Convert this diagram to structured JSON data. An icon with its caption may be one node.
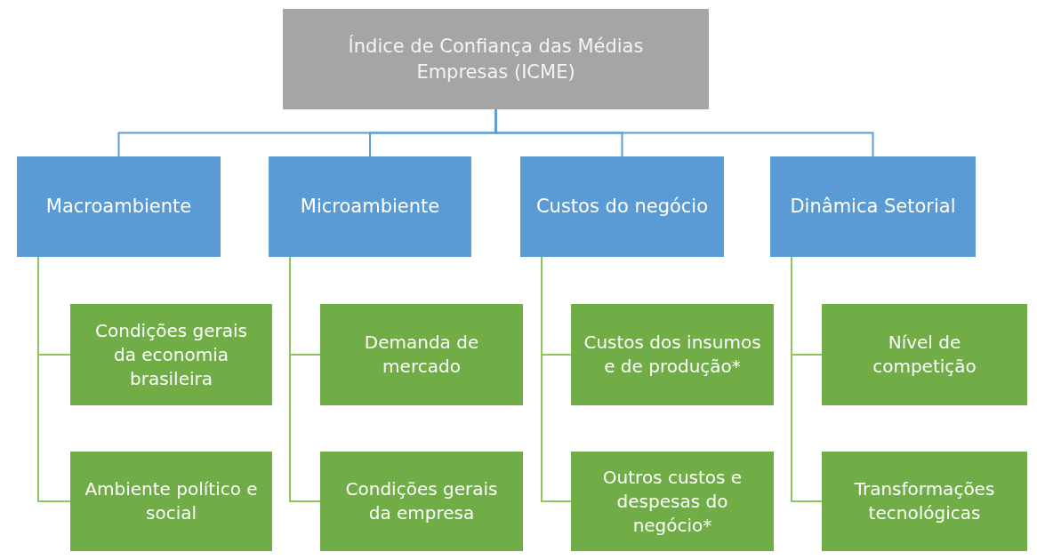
{
  "diagram": {
    "nodes": [
      {
        "text": [
          "Índice de Confiança das Médias Empresas (ICME)"
        ]
      },
      {
        "text": [
          "Macroambiente"
        ]
      },
      {
        "text": [
          "Microambiente"
        ]
      },
      {
        "text": [
          "Custos do negócio"
        ]
      },
      {
        "text": [
          "Dinâmica Setorial"
        ]
      },
      {
        "text": [
          "Condições gerais da economia brasileira"
        ]
      },
      {
        "text": [
          "Demanda de mercado"
        ]
      },
      {
        "text": [
          "Custos dos insumos e de produção*"
        ]
      },
      {
        "text": [
          "Nível de competição"
        ]
      },
      {
        "text": [
          "Ambiente político e social"
        ]
      },
      {
        "text": [
          "Condições gerais da empresa"
        ]
      },
      {
        "text": [
          "Outros custos e despesas do negócio*"
        ]
      },
      {
        "text": [
          "Transformações tecnológicas"
        ]
      }
    ],
    "edges": [
      {
        "from": 0,
        "to": 1,
        "arrow": "none",
        "color": "#5b9bd5"
      },
      {
        "from": 0,
        "to": 2,
        "arrow": "none",
        "color": "#5b9bd5"
      },
      {
        "from": 0,
        "to": 3,
        "arrow": "none",
        "color": "#5b9bd5"
      },
      {
        "from": 0,
        "to": 4,
        "arrow": "none",
        "color": "#5b9bd5"
      },
      {
        "from": 1,
        "to": 5,
        "arrow": "none",
        "color": "#8fc45a"
      },
      {
        "from": 1,
        "to": 9,
        "arrow": "none",
        "color": "#8fc45a"
      },
      {
        "from": 2,
        "to": 6,
        "arrow": "none",
        "color": "#8fc45a"
      },
      {
        "from": 2,
        "to": 10,
        "arrow": "none",
        "color": "#8fc45a"
      },
      {
        "from": 3,
        "to": 7,
        "arrow": "none",
        "color": "#8fc45a"
      },
      {
        "from": 3,
        "to": 11,
        "arrow": "none",
        "color": "#8fc45a"
      },
      {
        "from": 4,
        "to": 8,
        "arrow": "none",
        "color": "#8fc45a"
      },
      {
        "from": 4,
        "to": 12,
        "arrow": "none",
        "color": "#8fc45a"
      }
    ]
  }
}
